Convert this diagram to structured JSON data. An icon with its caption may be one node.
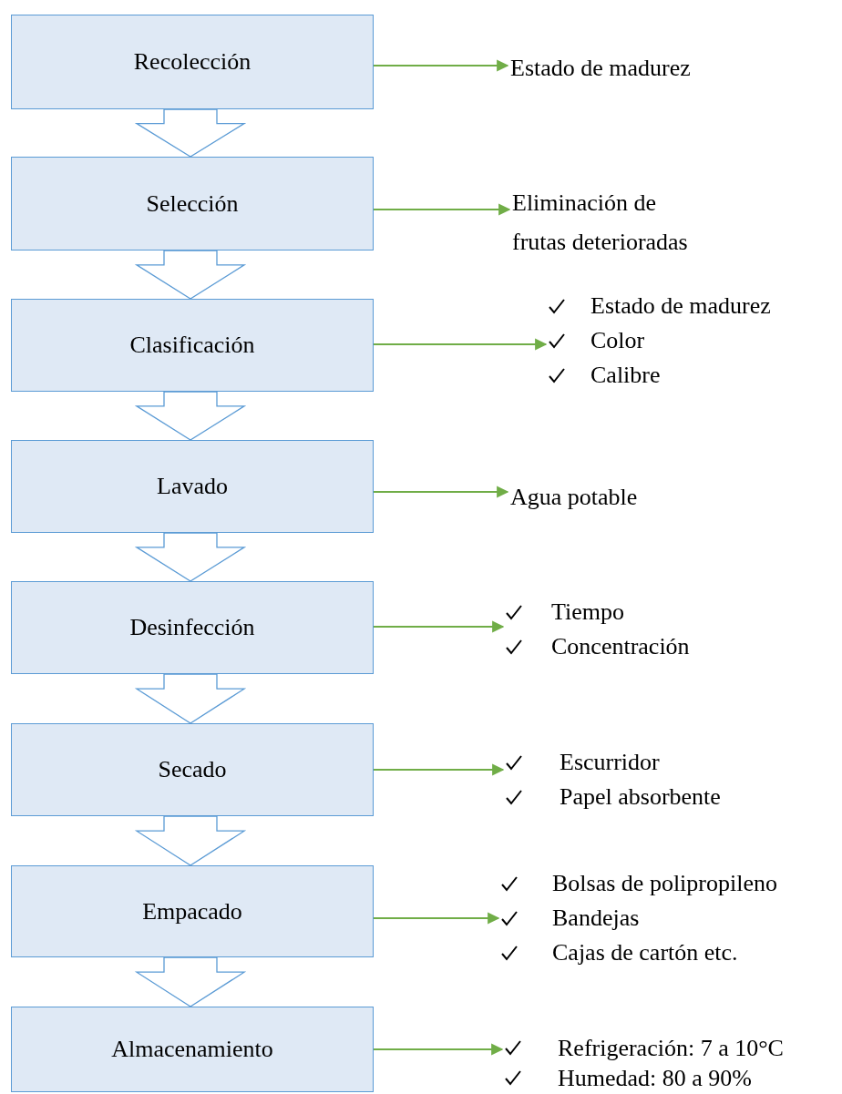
{
  "diagram": {
    "nodes": [
      {
        "text": [
          "Recolección"
        ]
      },
      {
        "text": [
          "Selección"
        ]
      },
      {
        "text": [
          "Clasificación"
        ]
      },
      {
        "text": [
          "Lavado"
        ]
      },
      {
        "text": [
          "Desinfección"
        ]
      },
      {
        "text": [
          "Secado"
        ]
      },
      {
        "text": [
          "Empacado"
        ]
      },
      {
        "text": [
          "Almacenamiento"
        ]
      },
      {
        "text": [
          "Estado de madurez"
        ]
      },
      {
        "text": [
          "Eliminación de frutas deterioradas"
        ]
      },
      {
        "text": [
          "Estado de madurez",
          "Color",
          "Calibre"
        ]
      },
      {
        "text": [
          "Agua potable"
        ]
      },
      {
        "text": [
          "Tiempo",
          "Concentración"
        ]
      },
      {
        "text": [
          "Escurridor",
          "Papel absorbente"
        ]
      },
      {
        "text": [
          "Bolsas de polipropileno",
          "Bandejas",
          "Cajas de cartón etc."
        ]
      },
      {
        "text": [
          "Refrigeración: 7 a 10°C",
          "Humedad: 80 a 90%"
        ]
      }
    ],
    "edges": [
      {
        "from": 0,
        "to": 1,
        "arrow": "to"
      },
      {
        "from": 1,
        "to": 2,
        "arrow": "to"
      },
      {
        "from": 2,
        "to": 3,
        "arrow": "to"
      },
      {
        "from": 3,
        "to": 4,
        "arrow": "to"
      },
      {
        "from": 4,
        "to": 5,
        "arrow": "to"
      },
      {
        "from": 5,
        "to": 6,
        "arrow": "to"
      },
      {
        "from": 6,
        "to": 7,
        "arrow": "to"
      },
      {
        "from": 0,
        "to": 8,
        "arrow": "to",
        "color": "#70ad47"
      },
      {
        "from": 1,
        "to": 9,
        "arrow": "to",
        "color": "#70ad47"
      },
      {
        "from": 2,
        "to": 10,
        "arrow": "to",
        "color": "#70ad47"
      },
      {
        "from": 3,
        "to": 11,
        "arrow": "to",
        "color": "#70ad47"
      },
      {
        "from": 4,
        "to": 12,
        "arrow": "to",
        "color": "#70ad47"
      },
      {
        "from": 5,
        "to": 13,
        "arrow": "to",
        "color": "#70ad47"
      },
      {
        "from": 6,
        "to": 14,
        "arrow": "to",
        "color": "#70ad47"
      },
      {
        "from": 7,
        "to": 15,
        "arrow": "to",
        "color": "#70ad47"
      }
    ]
  }
}
